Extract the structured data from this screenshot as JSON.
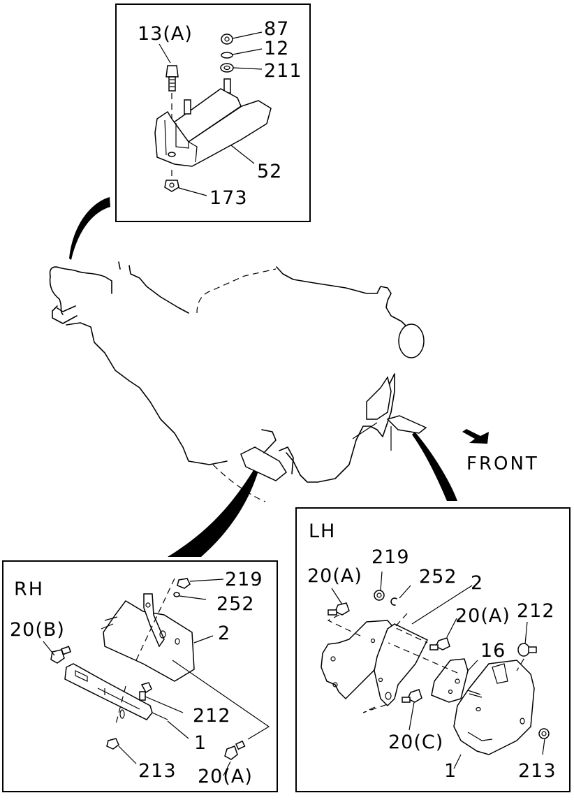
{
  "diagram": {
    "title": "Engine mount exploded view",
    "orientation_label": "FRONT",
    "colors": {
      "ink": "#000000",
      "background": "#ffffff"
    },
    "top_detail": {
      "callouts": [
        {
          "id": "c-13a",
          "text": "13(A)"
        },
        {
          "id": "c-87",
          "text": "87"
        },
        {
          "id": "c-12",
          "text": "12"
        },
        {
          "id": "c-211",
          "text": "211"
        },
        {
          "id": "c-52",
          "text": "52"
        },
        {
          "id": "c-173",
          "text": "173"
        }
      ]
    },
    "rh_detail": {
      "side_label": "RH",
      "callouts": [
        {
          "id": "c-219",
          "text": "219"
        },
        {
          "id": "c-252",
          "text": "252"
        },
        {
          "id": "c-20b",
          "text": "20(B)"
        },
        {
          "id": "c-2",
          "text": "2"
        },
        {
          "id": "c-212",
          "text": "212"
        },
        {
          "id": "c-1",
          "text": "1"
        },
        {
          "id": "c-213",
          "text": "213"
        },
        {
          "id": "c-20a",
          "text": "20(A)"
        }
      ]
    },
    "lh_detail": {
      "side_label": "LH",
      "callouts": [
        {
          "id": "c-219",
          "text": "219"
        },
        {
          "id": "c-20a-1",
          "text": "20(A)"
        },
        {
          "id": "c-252",
          "text": "252"
        },
        {
          "id": "c-2",
          "text": "2"
        },
        {
          "id": "c-20a-2",
          "text": "20(A)"
        },
        {
          "id": "c-212",
          "text": "212"
        },
        {
          "id": "c-16",
          "text": "16"
        },
        {
          "id": "c-20c",
          "text": "20(C)"
        },
        {
          "id": "c-1",
          "text": "1"
        },
        {
          "id": "c-213",
          "text": "213"
        }
      ]
    }
  }
}
